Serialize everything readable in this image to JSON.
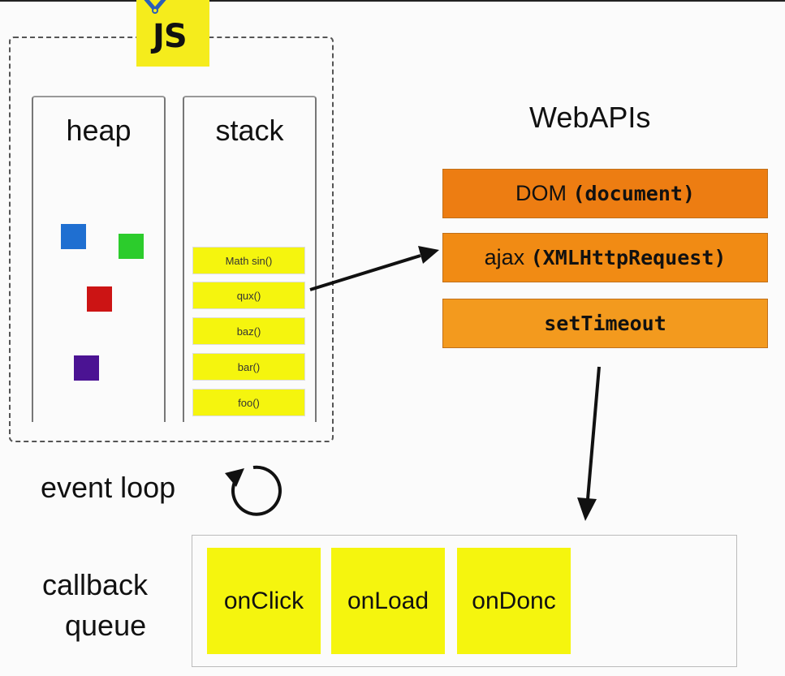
{
  "logo": {
    "text": "JS",
    "color": "#f5ec1c"
  },
  "heap": {
    "title": "heap",
    "objects": [
      {
        "color": "#1f6fd1"
      },
      {
        "color": "#2ccc2c"
      },
      {
        "color": "#cc1414"
      },
      {
        "color": "#4b1393"
      }
    ]
  },
  "stack": {
    "title": "stack",
    "frames": [
      "Math sin()",
      "qux()",
      "baz()",
      "bar()",
      "foo()"
    ]
  },
  "webapis": {
    "title": "WebAPIs",
    "dom": {
      "label": "DOM",
      "code": "(document)"
    },
    "ajax": {
      "label": "ajax",
      "code": "(XMLHttpRequest)"
    },
    "timeout": {
      "code": "setTimeout"
    }
  },
  "event_loop": {
    "label": "event loop"
  },
  "callback_queue": {
    "label_line1": "callback",
    "label_line2": "queue",
    "items": [
      "onClick",
      "onLoad",
      "onDonc"
    ]
  }
}
